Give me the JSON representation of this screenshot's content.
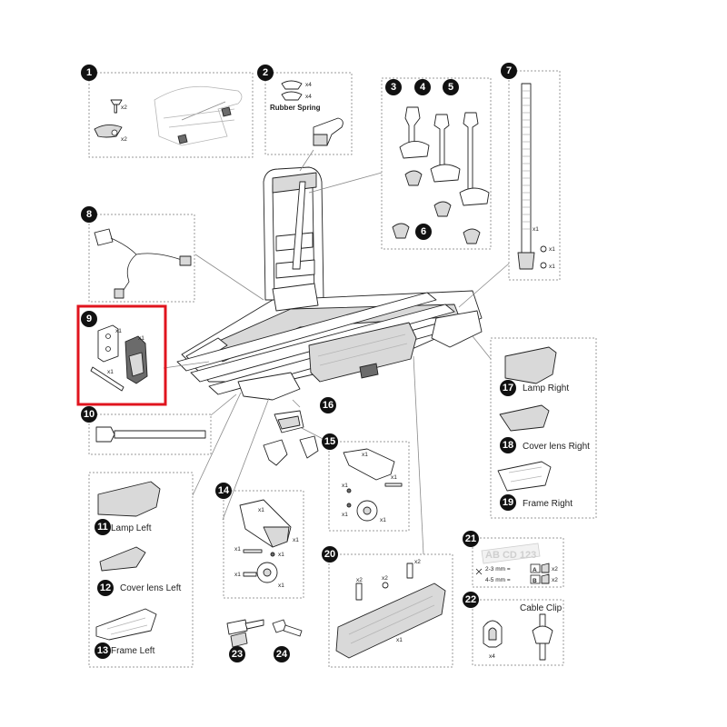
{
  "badges": {
    "b1": "1",
    "b2": "2",
    "b3": "3",
    "b4": "4",
    "b5": "5",
    "b6": "6",
    "b7": "7",
    "b8": "8",
    "b9": "9",
    "b10": "10",
    "b11": "11",
    "b12": "12",
    "b13": "13",
    "b14": "14",
    "b15": "15",
    "b16": "16",
    "b17": "17",
    "b18": "18",
    "b19": "19",
    "b20": "20",
    "b21": "21",
    "b22": "22",
    "b23": "23",
    "b24": "24"
  },
  "labels": {
    "rubber_spring": "Rubber Spring",
    "lamp_right": "Lamp Right",
    "cover_lens_right": "Cover lens Right",
    "frame_right": "Frame Right",
    "lamp_left": "Lamp Left",
    "cover_lens_left": "Cover lens Left",
    "frame_left": "Frame Left",
    "cable_clip": "Cable Clip",
    "plate_text": "AB CD 123",
    "spacer_a": "2-3 mm =",
    "spacer_b": "4-5 mm =",
    "letter_a": "A",
    "letter_b": "B"
  },
  "qty": {
    "x1": "x1",
    "x2": "x2",
    "x4": "x4"
  },
  "highlight_color": "#e0141e"
}
